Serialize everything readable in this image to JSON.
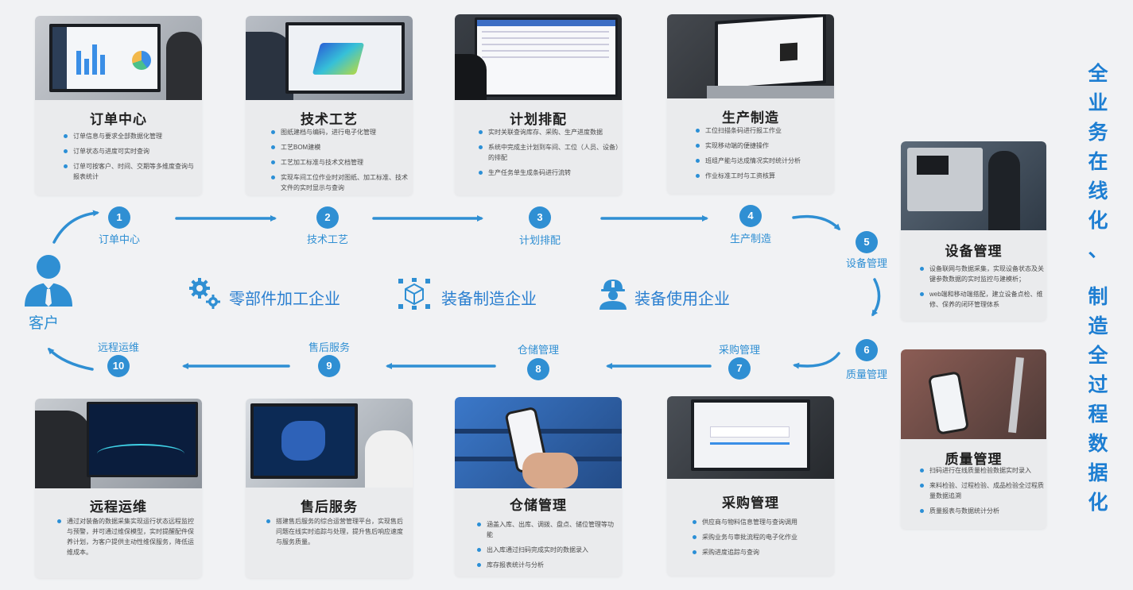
{
  "side_title": [
    "全",
    "业",
    "务",
    "在",
    "线",
    "化",
    "、",
    "",
    "制",
    "造",
    "全",
    "过",
    "程",
    "数",
    "据",
    "化"
  ],
  "customer": {
    "label": "客户"
  },
  "center": [
    {
      "label": "零部件加工企业",
      "icon": "gears-icon"
    },
    {
      "label": "装备制造企业",
      "icon": "network-cube-icon"
    },
    {
      "label": "装备使用企业",
      "icon": "worker-helmet-icon"
    }
  ],
  "nodes": [
    {
      "num": "1",
      "label": "订单中心"
    },
    {
      "num": "2",
      "label": "技术工艺"
    },
    {
      "num": "3",
      "label": "计划排配"
    },
    {
      "num": "4",
      "label": "生产制造"
    },
    {
      "num": "5",
      "label": "设备管理"
    },
    {
      "num": "6",
      "label": "质量管理"
    },
    {
      "num": "7",
      "label": "采购管理"
    },
    {
      "num": "8",
      "label": "仓储管理"
    },
    {
      "num": "9",
      "label": "售后服务"
    },
    {
      "num": "10",
      "label": "远程运维"
    }
  ],
  "cards": [
    {
      "title": "订单中心",
      "items": [
        "订单信息与要求全部数据化管理",
        "订单状态与进度可实时查询",
        "订单可按客户、时间、交期等多维度查询与报表统计"
      ]
    },
    {
      "title": "技术工艺",
      "items": [
        "图纸建档与编码，进行电子化管理",
        "工艺BOM建模",
        "工艺加工标准与技术文档管理",
        "实现车间工位作业时对图纸、加工标准、技术文件的实时显示与查询"
      ]
    },
    {
      "title": "计划排配",
      "items": [
        "实时关联查询库存、采购、生产进度数据",
        "系统中完成主计划到车间、工位（人员、设备）的排配",
        "生产任务单生成条码进行流转"
      ]
    },
    {
      "title": "生产制造",
      "items": [
        "工位扫描条码进行报工作业",
        "实现移动端的便捷操作",
        "班组产能与达成情况实时统计分析",
        "作业标准工时与工资核算"
      ]
    },
    {
      "title": "设备管理",
      "items": [
        "设备联网与数据采集，实现设备状态及关键参数数据的实时监控与建模析；",
        "web端和移动端搭配，建立设备点检、维修、保养的闭环管理体系"
      ]
    },
    {
      "title": "质量管理",
      "items": [
        "扫码进行在线质量检验数据实时录入",
        "来料检验、过程检验、成品检验全过程质量数据追溯",
        "质量报表与数据统计分析"
      ]
    },
    {
      "title": "采购管理",
      "items": [
        "供应商与物料信息管理与查询调用",
        "采购业务与审批流程的电子化作业",
        "采购进度追踪与查询"
      ]
    },
    {
      "title": "仓储管理",
      "items": [
        "涵盖入库、出库、调拨、盘点、储位管理等功能",
        "出入库通过扫码完成实时的数据录入",
        "库存报表统计与分析"
      ]
    },
    {
      "title": "售后服务",
      "items": [
        "搭建售后服务的综合运营管理平台，实现售后问题在线实时追踪与处理，提升售后响应速度与服务质量。"
      ]
    },
    {
      "title": "远程运维",
      "items": [
        "通过对装备的数据采集实现运行状态远程监控与预警，并可通过维保模型，实时提醒配件保养计划，为客户提供主动性维保服务，降低运维成本。"
      ]
    }
  ]
}
